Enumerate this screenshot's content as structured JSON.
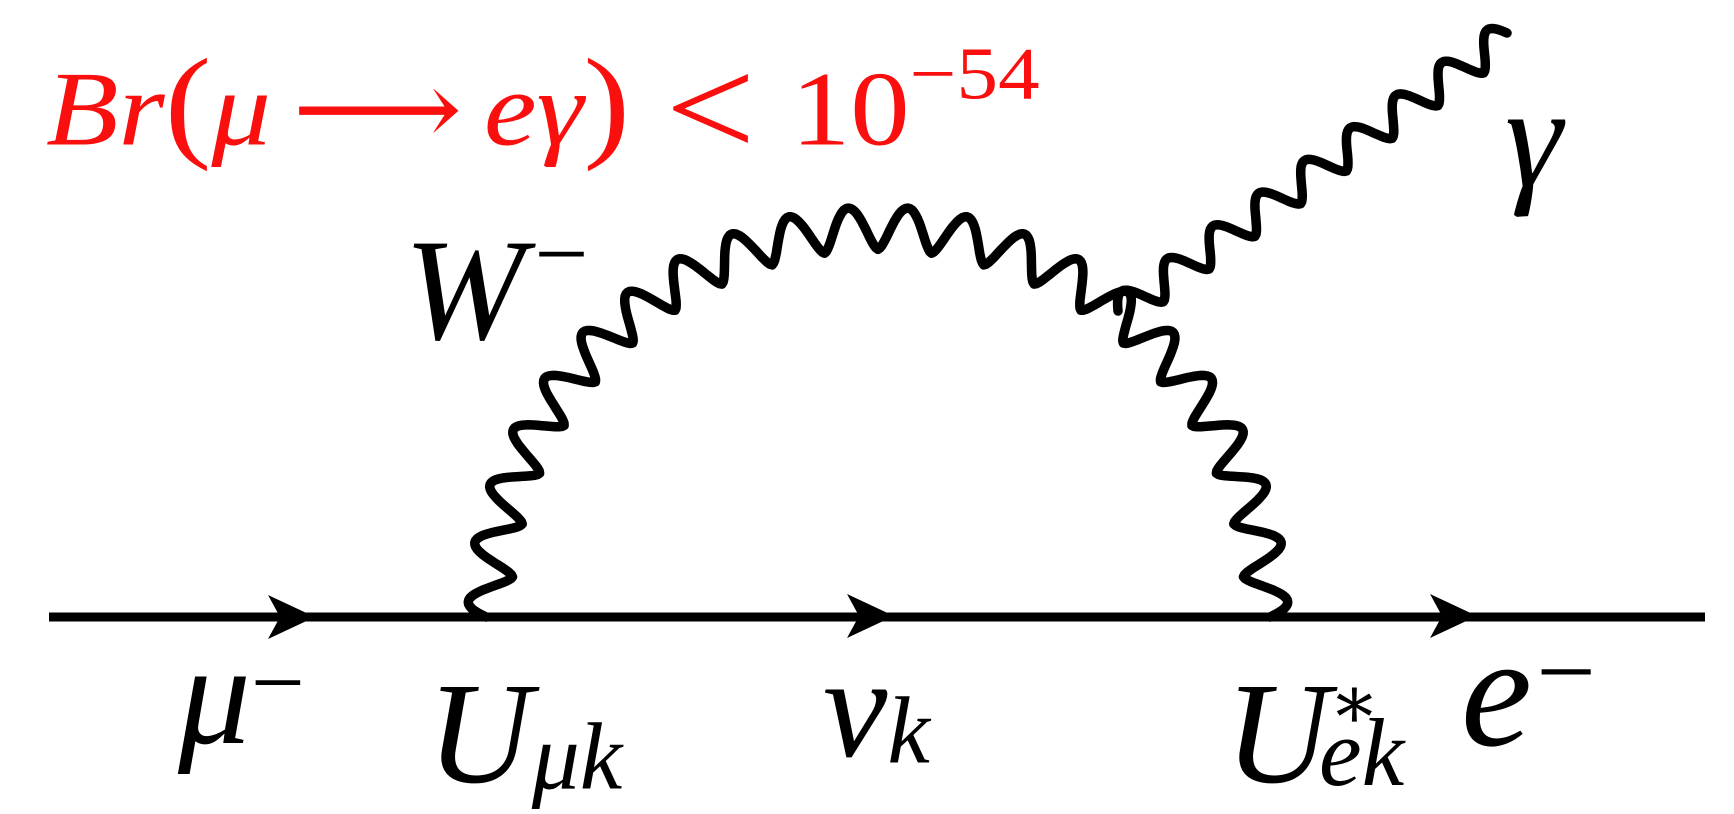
{
  "colors": {
    "ink": "#000000",
    "limit_red": "#fa0f0f",
    "background": "#ffffff"
  },
  "formula": {
    "br": "Br",
    "open": "(",
    "mu": "μ",
    "arrow": "⟶",
    "e_gamma": "eγ",
    "close": ")",
    "less_than": "<",
    "base": "10",
    "exponent": "−54"
  },
  "particles": {
    "muon": {
      "base": "μ",
      "sup": "−"
    },
    "w_boson": {
      "base": "W",
      "sup": "−"
    },
    "u_mu_vertex": {
      "base": "U",
      "sub": "μk"
    },
    "neutrino": {
      "base": "ν",
      "sub": "k"
    },
    "u_e_vertex": {
      "base": "U",
      "sup": "∗",
      "sub": "ek"
    },
    "electron": {
      "base": "e",
      "sup": "−"
    },
    "photon": {
      "base": "γ"
    }
  }
}
